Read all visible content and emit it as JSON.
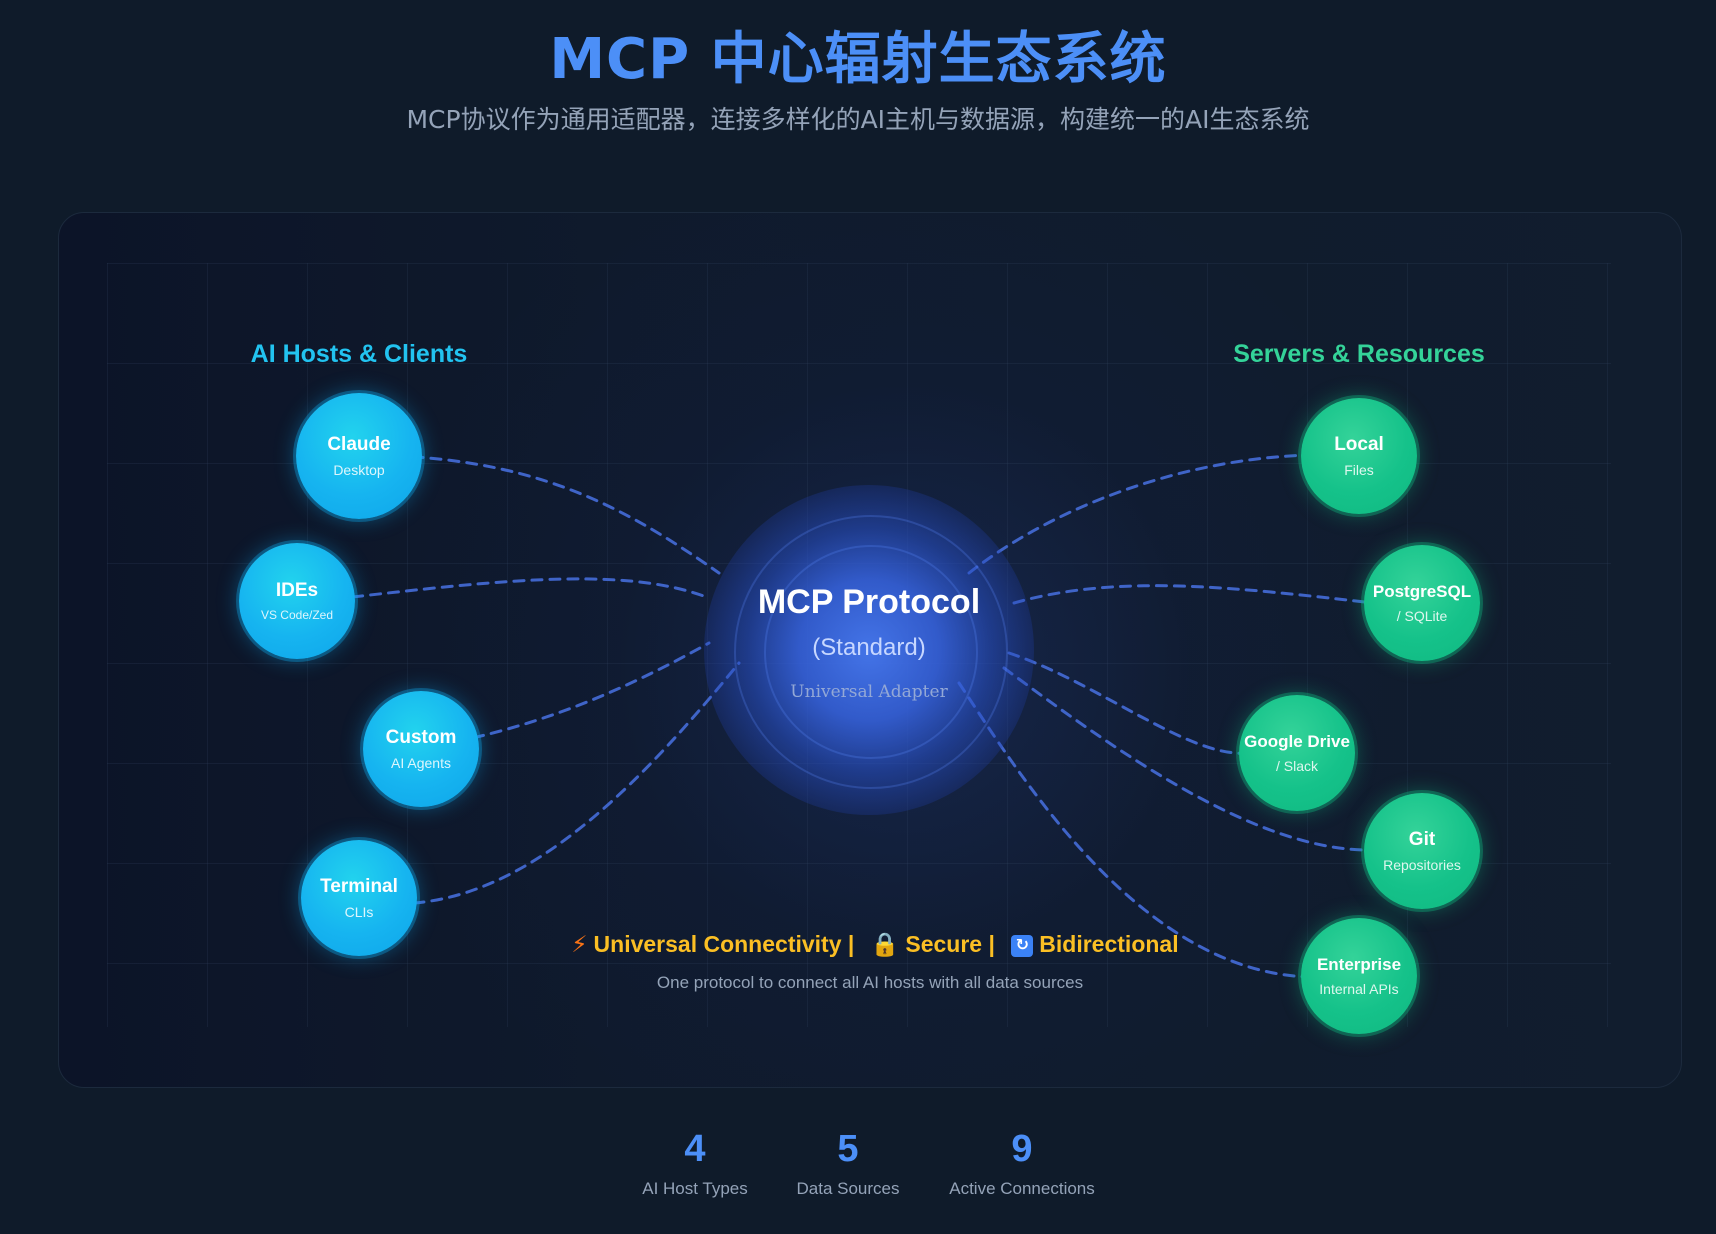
{
  "header": {
    "title": "MCP 中心辐射生态系统",
    "subtitle": "MCP协议作为通用适配器，连接多样化的AI主机与数据源，构建统一的AI生态系统"
  },
  "hosts": {
    "heading": "AI Hosts & Clients",
    "items": [
      {
        "title": "Claude",
        "subtitle": "Desktop"
      },
      {
        "title": "IDEs",
        "subtitle": "VS Code/Zed"
      },
      {
        "title": "Custom",
        "subtitle": "AI Agents"
      },
      {
        "title": "Terminal",
        "subtitle": "CLIs"
      }
    ]
  },
  "resources": {
    "heading": "Servers & Resources",
    "items": [
      {
        "title": "Local",
        "subtitle": "Files"
      },
      {
        "title": "PostgreSQL",
        "subtitle": "/ SQLite"
      },
      {
        "title": "Google Drive",
        "subtitle": "/ Slack"
      },
      {
        "title": "Git",
        "subtitle": "Repositories"
      },
      {
        "title": "Enterprise",
        "subtitle": "Internal APIs"
      }
    ]
  },
  "hub": {
    "title": "MCP Protocol",
    "subtitle": "(Standard)",
    "caption": "Universal Adapter"
  },
  "features": {
    "connectivity": "Universal Connectivity |",
    "secure": "Secure |",
    "bidirectional": "Bidirectional",
    "caption": "One protocol to connect all AI hosts with all data sources",
    "icons": [
      "lightning-icon",
      "lock-icon",
      "sync-icon"
    ]
  },
  "stats": [
    {
      "value": "4",
      "label": "AI Host Types"
    },
    {
      "value": "5",
      "label": "Data Sources"
    },
    {
      "value": "9",
      "label": "Active Connections"
    }
  ],
  "colors": {
    "title": "#4c8ff7",
    "host_node": "#0ea5e9",
    "resource_node": "#10b981",
    "hub": "#3b6fe0",
    "feature_text": "#fbbf24",
    "link": "#3f64c8"
  }
}
